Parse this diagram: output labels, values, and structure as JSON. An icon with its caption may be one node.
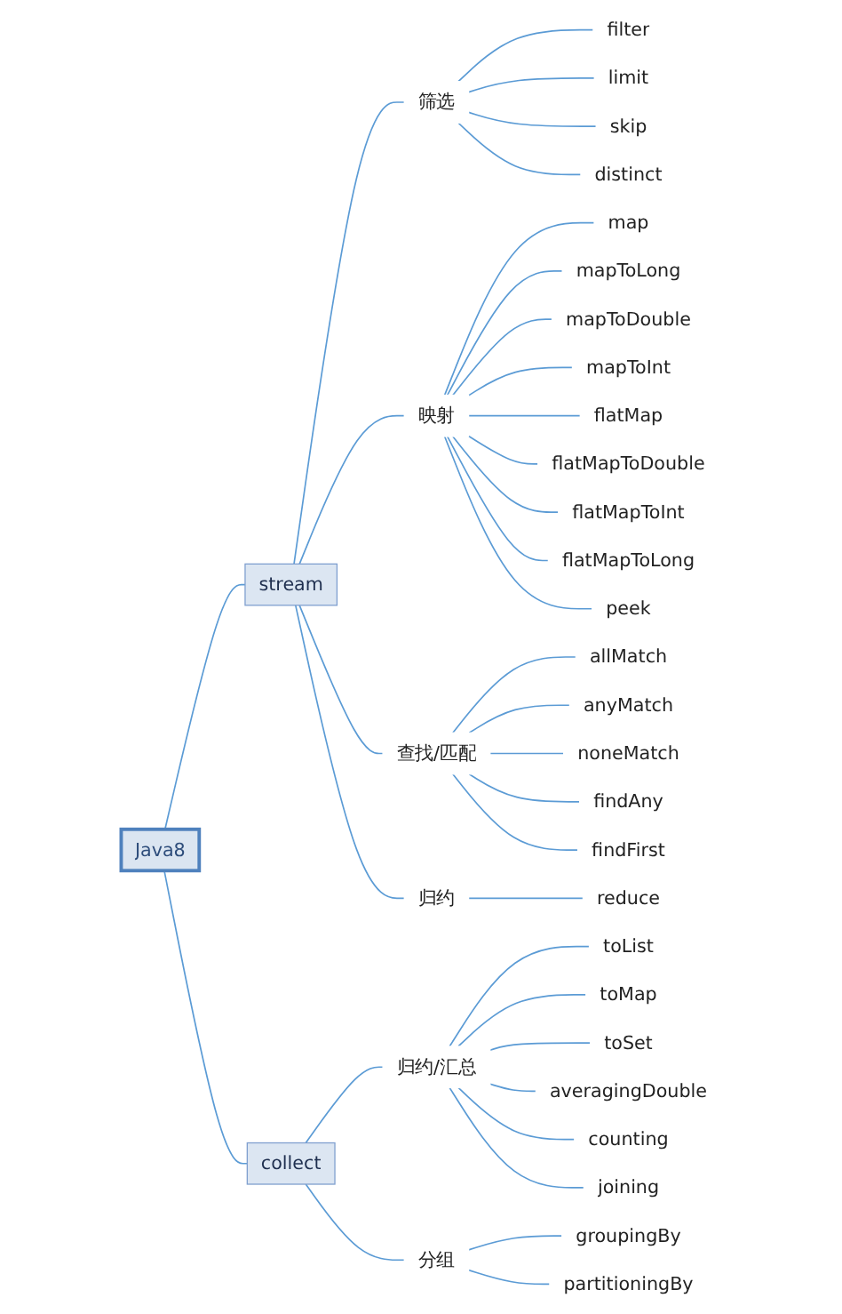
{
  "diagram": {
    "nodes": [
      {
        "text": [
          "Java8"
        ]
      },
      {
        "text": [
          "stream"
        ]
      },
      {
        "text": [
          "筛选"
        ]
      },
      {
        "text": [
          "filter"
        ]
      },
      {
        "text": [
          "limit"
        ]
      },
      {
        "text": [
          "skip"
        ]
      },
      {
        "text": [
          "distinct"
        ]
      },
      {
        "text": [
          "映射"
        ]
      },
      {
        "text": [
          "map"
        ]
      },
      {
        "text": [
          "mapToLong"
        ]
      },
      {
        "text": [
          "mapToDouble"
        ]
      },
      {
        "text": [
          "mapToInt"
        ]
      },
      {
        "text": [
          "flatMap"
        ]
      },
      {
        "text": [
          "flatMapToDouble"
        ]
      },
      {
        "text": [
          "flatMapToInt"
        ]
      },
      {
        "text": [
          "flatMapToLong"
        ]
      },
      {
        "text": [
          "peek"
        ]
      },
      {
        "text": [
          "查找/匹配"
        ]
      },
      {
        "text": [
          "allMatch"
        ]
      },
      {
        "text": [
          "anyMatch"
        ]
      },
      {
        "text": [
          "noneMatch"
        ]
      },
      {
        "text": [
          "findAny"
        ]
      },
      {
        "text": [
          "findFirst"
        ]
      },
      {
        "text": [
          "归约"
        ]
      },
      {
        "text": [
          "reduce"
        ]
      },
      {
        "text": [
          "collect"
        ]
      },
      {
        "text": [
          "归约/汇总"
        ]
      },
      {
        "text": [
          "toList"
        ]
      },
      {
        "text": [
          "toMap"
        ]
      },
      {
        "text": [
          "toSet"
        ]
      },
      {
        "text": [
          "averagingDouble"
        ]
      },
      {
        "text": [
          "counting"
        ]
      },
      {
        "text": [
          "joining"
        ]
      },
      {
        "text": [
          "分组"
        ]
      },
      {
        "text": [
          "groupingBy"
        ]
      },
      {
        "text": [
          "partitioningBy"
        ]
      }
    ],
    "edges": [
      {
        "from": 0,
        "to": 1,
        "arrow": "none"
      },
      {
        "from": 1,
        "to": 2,
        "arrow": "none"
      },
      {
        "from": 2,
        "to": 3,
        "arrow": "none"
      },
      {
        "from": 2,
        "to": 4,
        "arrow": "none"
      },
      {
        "from": 2,
        "to": 5,
        "arrow": "none"
      },
      {
        "from": 2,
        "to": 6,
        "arrow": "none"
      },
      {
        "from": 1,
        "to": 7,
        "arrow": "none"
      },
      {
        "from": 7,
        "to": 8,
        "arrow": "none"
      },
      {
        "from": 7,
        "to": 9,
        "arrow": "none"
      },
      {
        "from": 7,
        "to": 10,
        "arrow": "none"
      },
      {
        "from": 7,
        "to": 11,
        "arrow": "none"
      },
      {
        "from": 7,
        "to": 12,
        "arrow": "none"
      },
      {
        "from": 7,
        "to": 13,
        "arrow": "none"
      },
      {
        "from": 7,
        "to": 14,
        "arrow": "none"
      },
      {
        "from": 7,
        "to": 15,
        "arrow": "none"
      },
      {
        "from": 7,
        "to": 16,
        "arrow": "none"
      },
      {
        "from": 1,
        "to": 17,
        "arrow": "none"
      },
      {
        "from": 17,
        "to": 18,
        "arrow": "none"
      },
      {
        "from": 17,
        "to": 19,
        "arrow": "none"
      },
      {
        "from": 17,
        "to": 20,
        "arrow": "none"
      },
      {
        "from": 17,
        "to": 21,
        "arrow": "none"
      },
      {
        "from": 17,
        "to": 22,
        "arrow": "none"
      },
      {
        "from": 1,
        "to": 23,
        "arrow": "none"
      },
      {
        "from": 23,
        "to": 24,
        "arrow": "none"
      },
      {
        "from": 0,
        "to": 25,
        "arrow": "none"
      },
      {
        "from": 25,
        "to": 26,
        "arrow": "none"
      },
      {
        "from": 26,
        "to": 27,
        "arrow": "none"
      },
      {
        "from": 26,
        "to": 28,
        "arrow": "none"
      },
      {
        "from": 26,
        "to": 29,
        "arrow": "none"
      },
      {
        "from": 26,
        "to": 30,
        "arrow": "none"
      },
      {
        "from": 26,
        "to": 31,
        "arrow": "none"
      },
      {
        "from": 26,
        "to": 32,
        "arrow": "none"
      },
      {
        "from": 25,
        "to": 33,
        "arrow": "none"
      },
      {
        "from": 33,
        "to": 34,
        "arrow": "none"
      },
      {
        "from": 33,
        "to": 35,
        "arrow": "none"
      }
    ]
  }
}
